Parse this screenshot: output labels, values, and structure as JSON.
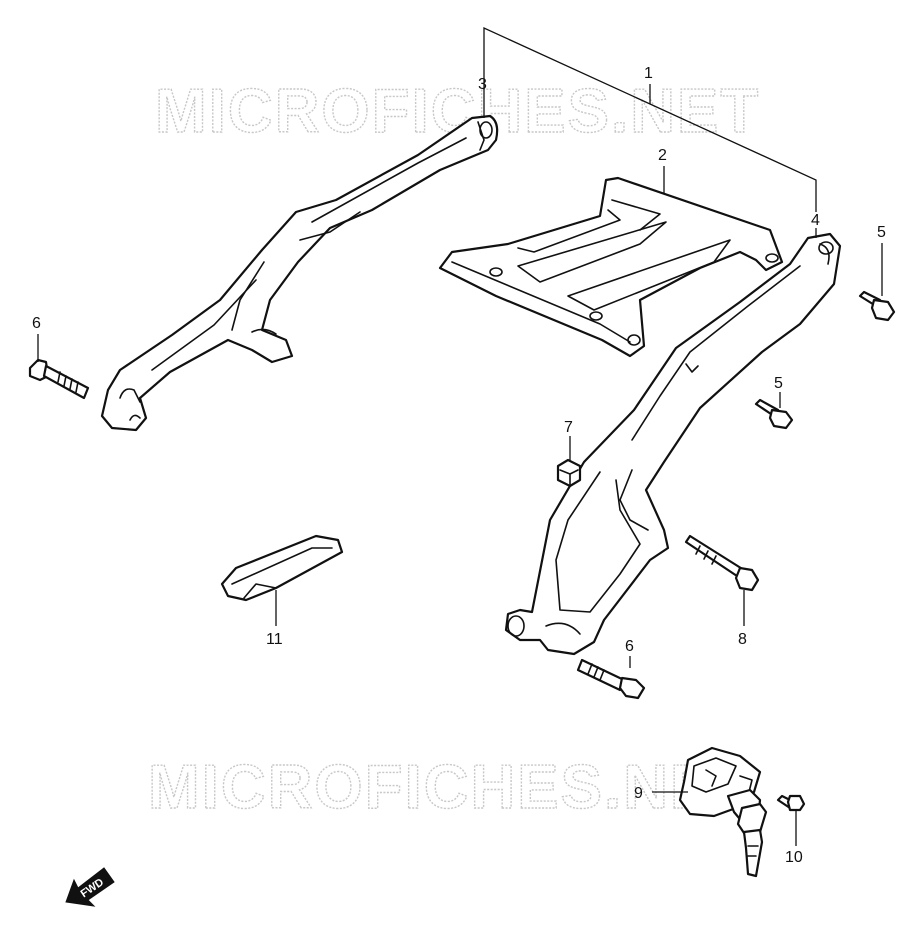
{
  "watermarks": {
    "top": "MICROFICHES.NET",
    "bottom": "MICROFICHES.NET"
  },
  "callouts": {
    "c1": "1",
    "c2": "2",
    "c3": "3",
    "c4": "4",
    "c5a": "5",
    "c5b": "5",
    "c6a": "6",
    "c6b": "6",
    "c7": "7",
    "c8": "8",
    "c9": "9",
    "c10": "10",
    "c11": "11"
  },
  "fwd_arrow": {
    "label": "FWD"
  },
  "colors": {
    "line": "#111111",
    "watermark": "#c8c8c8",
    "background": "#ffffff"
  }
}
